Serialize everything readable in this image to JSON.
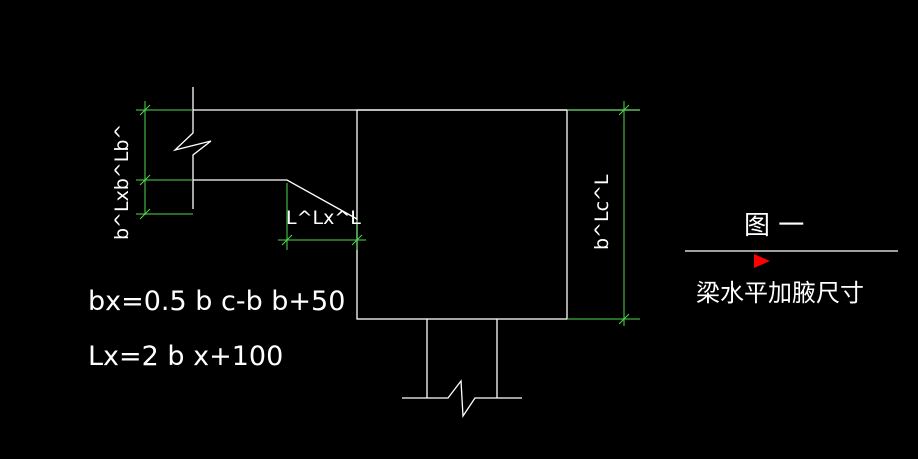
{
  "canvas": {
    "background": "#000000",
    "line_color": "#ffffff",
    "dim_color": "#4fd84f",
    "marker_color": "#ff0000"
  },
  "labels": {
    "dim_left": "b^Lxb^Lb^",
    "dim_lx": "L^Lx^L",
    "dim_right": "b^Lc^L",
    "formula_bx": "bx=0.5 b c-b b+50",
    "formula_lx": "Lx=2 b x+100",
    "figure_title": "图 一",
    "caption": "梁水平加腋尺寸"
  }
}
